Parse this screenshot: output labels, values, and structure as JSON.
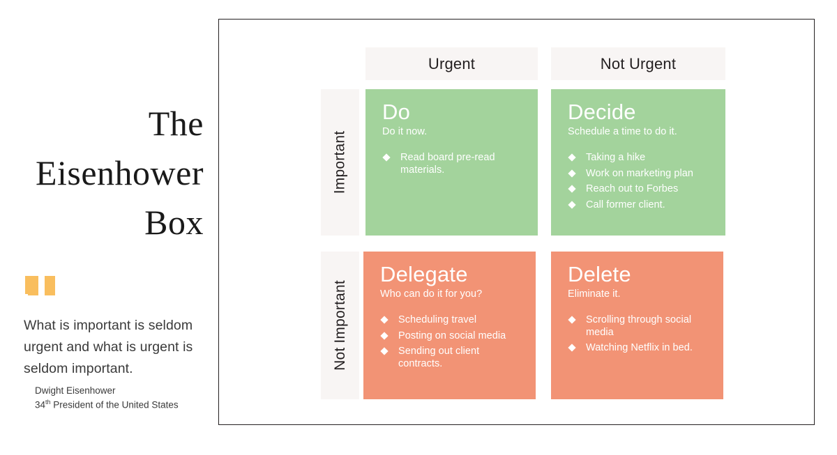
{
  "title": {
    "lines": [
      "The",
      "Eisenhower",
      "Box"
    ]
  },
  "quote": {
    "icon": "quote-mark-icon",
    "icon_color": "#F9BE5E",
    "text": "What is important is seldom urgent and what is urgent is seldom important.",
    "author": "Dwight Eisenhower",
    "author_role_prefix": "34",
    "author_role_sup": "th",
    "author_role_rest": " President of the United States"
  },
  "matrix": {
    "columns": [
      {
        "label": "Urgent"
      },
      {
        "label": "Not Urgent"
      }
    ],
    "rows": [
      {
        "label": "Important"
      },
      {
        "label": "Not Important"
      }
    ],
    "colors": {
      "green": "#A3D39C",
      "orange": "#F29375",
      "header_bg": "#F8F5F4",
      "border": "#231f20",
      "text_on_tile": "#ffffff"
    },
    "quadrants": [
      {
        "key": "do",
        "title": "Do",
        "subtitle": "Do it now.",
        "color": "#A3D39C",
        "items": [
          "Read board pre-read materials."
        ]
      },
      {
        "key": "decide",
        "title": "Decide",
        "subtitle": "Schedule a time to do it.",
        "color": "#A3D39C",
        "items": [
          "Taking a hike",
          "Work on marketing plan",
          "Reach out to Forbes",
          "Call former client."
        ]
      },
      {
        "key": "delegate",
        "title": "Delegate",
        "subtitle": "Who can do it for you?",
        "color": "#F29375",
        "items": [
          "Scheduling travel",
          "Posting on social media",
          "Sending out client contracts."
        ]
      },
      {
        "key": "delete",
        "title": "Delete",
        "subtitle": "Eliminate it.",
        "color": "#F29375",
        "items": [
          "Scrolling through social media",
          "Watching Netflix in bed."
        ]
      }
    ]
  }
}
